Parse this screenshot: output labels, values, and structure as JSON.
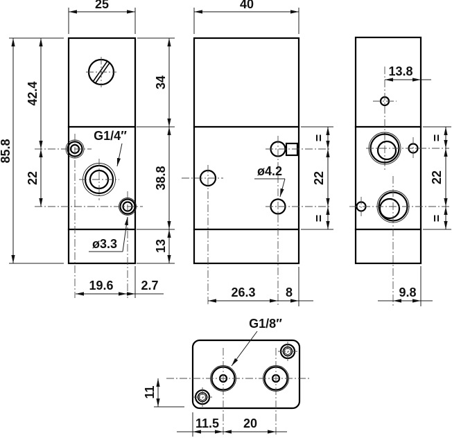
{
  "front_view": {
    "width": "25",
    "overall_height": "85.8",
    "top_hole_offset": "42.4",
    "hole_spacing": "22",
    "top_section": "34",
    "mid_section": "38.8",
    "bottom_section": "13",
    "port_label": "G1/4″",
    "small_hole_label": "ø3.3",
    "hole_from_left": "19.6",
    "hole_to_edge": "2.7"
  },
  "side_view": {
    "width": "40",
    "equal_mark": "=",
    "hole_spacing": "22",
    "hole_label": "ø4.2",
    "hole_from_left": "26.3",
    "hole_to_edge": "8"
  },
  "end_view": {
    "hole_offset": "13.8",
    "equal_mark": "=",
    "hole_spacing": "22",
    "hole_to_edge": "9.8"
  },
  "bottom_view": {
    "port_label": "G1/8″",
    "hole_from_bottom": "11",
    "hole_from_left": "11.5",
    "hole_spacing": "20"
  }
}
